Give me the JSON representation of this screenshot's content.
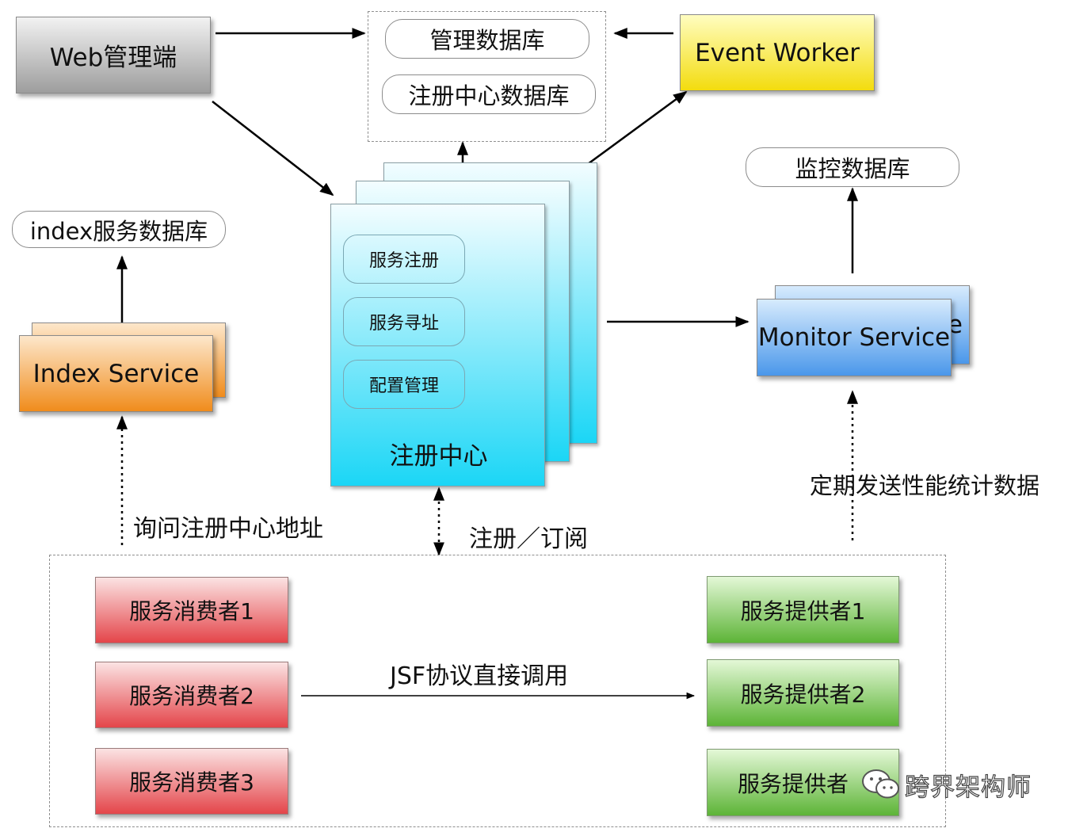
{
  "nodes": {
    "web_admin": "Web管理端",
    "admin_db": "管理数据库",
    "registry_db": "注册中心数据库",
    "event_worker": "Event Worker",
    "monitor_db": "监控数据库",
    "index_db": "index服务数据库",
    "index_service": "Index Service",
    "monitor_service": "Monitor Service",
    "monitor_service_back_fragment": "e",
    "registry_center": "注册中心",
    "registry_functions": [
      "服务注册",
      "服务寻址",
      "配置管理"
    ],
    "consumers": [
      "服务消费者1",
      "服务消费者2",
      "服务消费者3"
    ],
    "providers": [
      "服务提供者1",
      "服务提供者2",
      "服务提供者"
    ]
  },
  "edge_labels": {
    "ask_registry_address": "询问注册中心地址",
    "register_subscribe": "注册／订阅",
    "send_perf_stats": "定期发送性能统计数据",
    "jsf_direct_call": "JSF协议直接调用"
  },
  "watermark": {
    "text": "跨界架构师",
    "icon": "wechat-icon"
  },
  "colors": {
    "grey": "#a6a6a6",
    "yellow": "#f3dc0e",
    "orange": "#f08c1c",
    "blue": "#4a97ea",
    "cyan": "#1bd6f6",
    "red": "#e4454a",
    "green": "#5db437"
  }
}
